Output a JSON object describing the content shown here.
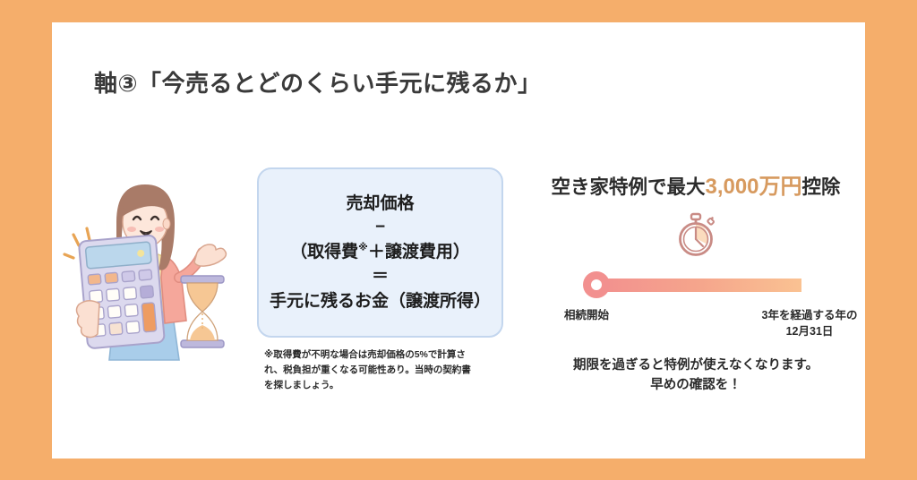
{
  "page": {
    "background_color": "#F5AE6B",
    "card_color": "#FFFFFF"
  },
  "title": "軸③「今売るとどのくらい手元に残るか」",
  "illustration": {
    "name": "woman-with-calculator-and-hourglass",
    "description": "イラスト：電卓を持つ女性と砂時計"
  },
  "formula": {
    "box_fill": "#E9F1FB",
    "box_border": "#C3D6EE",
    "line1": "売却価格",
    "operator1": "−",
    "line2_pre": "（取得費",
    "line2_mark": "※",
    "line2_post": "＋譲渡費用）",
    "operator2": "＝",
    "line3": "手元に残るお金（譲渡所得）",
    "footnote_line1": "※取得費が不明な場合は売却価格の5%で計算さ",
    "footnote_line2": "れ、税負担が重くなる可能性あり。当時の契約書",
    "footnote_line3": "を探しましょう。"
  },
  "special_case": {
    "heading_pre": "空き家特例で最大",
    "heading_accent": "3,000万円",
    "heading_post": "控除",
    "accent_color": "#D79A5F",
    "icon": "stopwatch-icon",
    "timeline": {
      "start_label": "相続開始",
      "end_label_line1": "3年を経過する年の",
      "end_label_line2": "12月31日",
      "start_color": "#F2908F",
      "end_color": "#F9BA8B"
    },
    "note_line1": "期限を過ぎると特例が使えなくなります。",
    "note_line2": "早めの確認を！"
  }
}
